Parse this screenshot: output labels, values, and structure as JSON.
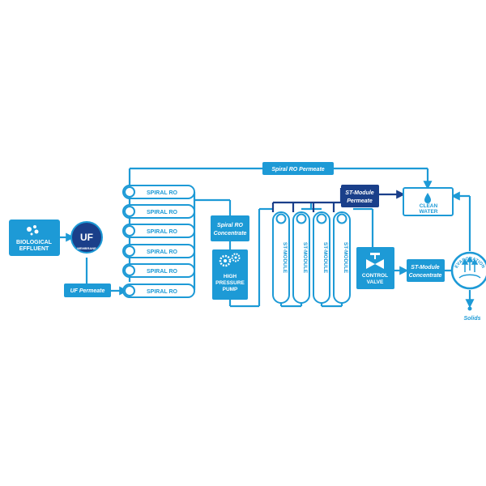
{
  "colors": {
    "primary": "#1d9ad6",
    "dark": "#1a3f8a",
    "background": "#ffffff"
  },
  "labels": {
    "biological_effluent": [
      "BIOLOGICAL",
      "EFFLUENT"
    ],
    "uf": "UF",
    "uf_membrane": "MEMBRANE",
    "uf_permeate": "UF Permeate",
    "spiral_ro": "SPIRAL RO",
    "spiral_ro_permeate": "Spiral RO Permeate",
    "spiral_ro_concentrate": [
      "Spiral RO",
      "Concentrate"
    ],
    "high_pressure_pump": [
      "HIGH",
      "PRESSURE",
      "PUMP"
    ],
    "st_module": "ST-MODULE",
    "st_module_permeate": [
      "ST-Module",
      "Permeate"
    ],
    "control_valve": [
      "CONTROL",
      "VALVE"
    ],
    "st_module_concentrate": [
      "ST-Module",
      "Concentrate"
    ],
    "clean_water": [
      "CLEAN",
      "WATER"
    ],
    "evaporation": "EVAPORATION",
    "solids": "Solids"
  },
  "icons": [
    "bubbles-icon",
    "gears-icon",
    "valve-icon",
    "droplet-icon",
    "arrows-up-icon"
  ]
}
